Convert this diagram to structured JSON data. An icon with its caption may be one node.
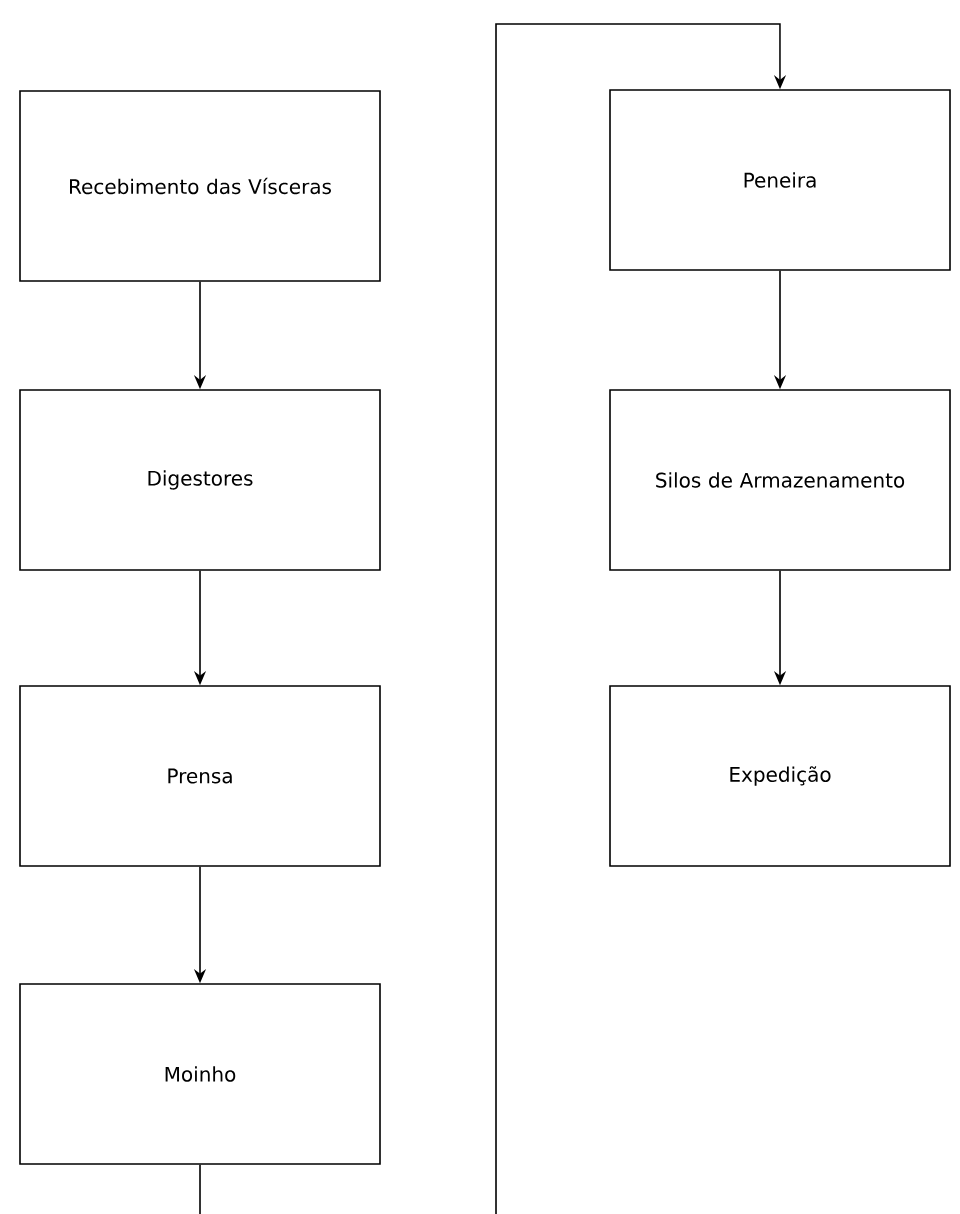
{
  "diagram": {
    "nodes": [
      {
        "text": [
          "Recebimento das Vísceras"
        ]
      },
      {
        "text": [
          "Digestores"
        ]
      },
      {
        "text": [
          "Prensa"
        ]
      },
      {
        "text": [
          "Moinho"
        ]
      },
      {
        "text": [
          "Peneira"
        ]
      },
      {
        "text": [
          "Silos de Armazenamento"
        ]
      },
      {
        "text": [
          "Expedição"
        ]
      }
    ],
    "edges": [
      {
        "from": 0,
        "to": 1,
        "arrow": "to"
      },
      {
        "from": 1,
        "to": 2,
        "arrow": "to"
      },
      {
        "from": 2,
        "to": 3,
        "arrow": "to"
      },
      {
        "from": 3,
        "to": 4,
        "arrow": "to"
      },
      {
        "from": 4,
        "to": 5,
        "arrow": "to"
      },
      {
        "from": 5,
        "to": 6,
        "arrow": "to"
      }
    ]
  }
}
